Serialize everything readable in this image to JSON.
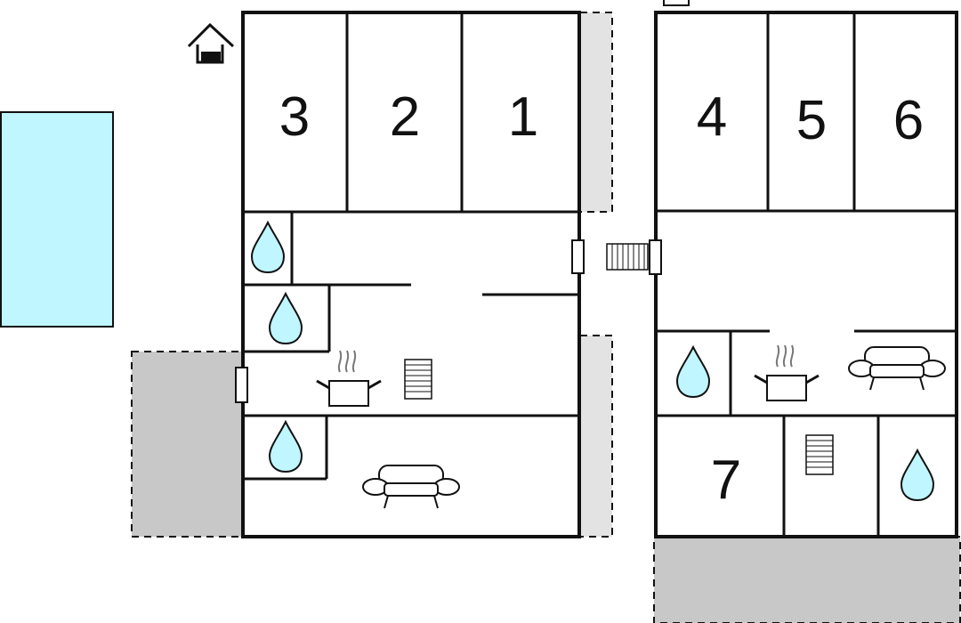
{
  "colors": {
    "pool": "#bff6ff",
    "paved": "#c8c8c8",
    "terrace_light": "#e3e3e3",
    "wall": "#111111",
    "water_drop": "#bff6ff"
  },
  "rooms": {
    "r1": "1",
    "r2": "2",
    "r3": "3",
    "r4": "4",
    "r5": "5",
    "r6": "6",
    "r7": "7"
  },
  "icons": {
    "entrance": "house-entrance-icon",
    "bathroom": "water-drop-icon",
    "kitchen": "cooking-pot-icon",
    "living": "sofa-icon",
    "stairs": "stairs-icon"
  }
}
